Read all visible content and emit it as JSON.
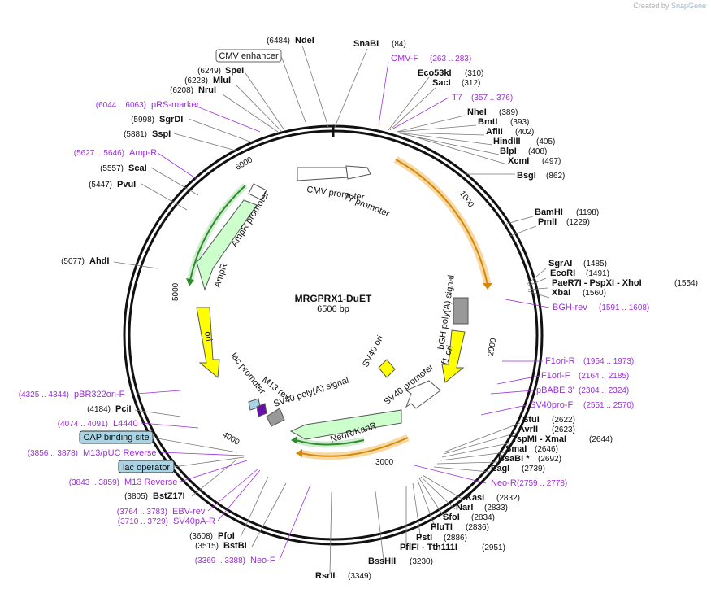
{
  "credit": {
    "prefix": "Created by",
    "brand": "SnapGene"
  },
  "plasmid": {
    "name": "MRGPRX1-DuET",
    "size": "6506 bp"
  },
  "enzymes_right": [
    {
      "name": "SnaBI",
      "pos": "(84)"
    },
    {
      "name": "Eco53kI",
      "pos": "(310)"
    },
    {
      "name": "SacI",
      "pos": "(312)"
    },
    {
      "name": "NheI",
      "pos": "(389)"
    },
    {
      "name": "BmtI",
      "pos": "(393)"
    },
    {
      "name": "AflII",
      "pos": "(402)"
    },
    {
      "name": "HindIII",
      "pos": "(405)"
    },
    {
      "name": "BlpI",
      "pos": "(408)"
    },
    {
      "name": "XcmI",
      "pos": "(497)"
    },
    {
      "name": "BsgI",
      "pos": "(862)"
    },
    {
      "name": "BamHI",
      "pos": "(1198)"
    },
    {
      "name": "PmlI",
      "pos": "(1229)"
    },
    {
      "name": "SgrAI",
      "pos": "(1485)"
    },
    {
      "name": "EcoRI",
      "pos": "(1491)"
    },
    {
      "name": "PaeR7I - PspXI - XhoI",
      "pos": "(1554)"
    },
    {
      "name": "XbaI",
      "pos": "(1560)"
    },
    {
      "name": "StuI",
      "pos": "(2622)"
    },
    {
      "name": "AvrII",
      "pos": "(2623)"
    },
    {
      "name": "TspMI - XmaI",
      "pos": "(2644)"
    },
    {
      "name": "SmaI",
      "pos": "(2646)"
    },
    {
      "name": "BsaBI *",
      "pos": "(2692)"
    },
    {
      "name": "EagI",
      "pos": "(2739)"
    },
    {
      "name": "KasI",
      "pos": "(2832)"
    },
    {
      "name": "NarI",
      "pos": "(2833)"
    },
    {
      "name": "SfoI",
      "pos": "(2834)"
    },
    {
      "name": "PluTI",
      "pos": "(2836)"
    },
    {
      "name": "PstI",
      "pos": "(2886)"
    },
    {
      "name": "PflFI - Tth111I",
      "pos": "(2951)"
    },
    {
      "name": "BssHII",
      "pos": "(3230)"
    },
    {
      "name": "RsrII",
      "pos": "(3349)"
    }
  ],
  "enzymes_left": [
    {
      "name": "NdeI",
      "pos": "(6484)"
    },
    {
      "name": "SpeI",
      "pos": "(6249)"
    },
    {
      "name": "MluI",
      "pos": "(6228)"
    },
    {
      "name": "NruI",
      "pos": "(6208)"
    },
    {
      "name": "SgrDI",
      "pos": "(5998)"
    },
    {
      "name": "SspI",
      "pos": "(5881)"
    },
    {
      "name": "ScaI",
      "pos": "(5557)"
    },
    {
      "name": "PvuI",
      "pos": "(5447)"
    },
    {
      "name": "AhdI",
      "pos": "(5077)"
    },
    {
      "name": "PciI",
      "pos": "(4184)"
    },
    {
      "name": "BstZ17I",
      "pos": "(3805)"
    },
    {
      "name": "PfoI",
      "pos": "(3608)"
    },
    {
      "name": "BstBI",
      "pos": "(3515)"
    }
  ],
  "primers_right": [
    {
      "name": "CMV-F",
      "range": "(263 .. 283)"
    },
    {
      "name": "T7",
      "range": "(357 .. 376)"
    },
    {
      "name": "BGH-rev",
      "range": "(1591 .. 1608)"
    },
    {
      "name": "F1ori-R",
      "range": "(1954 .. 1973)"
    },
    {
      "name": "F1ori-F",
      "range": "(2164 .. 2185)"
    },
    {
      "name": "pBABE 3'",
      "range": "(2304 .. 2324)"
    },
    {
      "name": "SV40pro-F",
      "range": "(2551 .. 2570)"
    },
    {
      "name": "Neo-R",
      "range": "(2759 .. 2778)"
    }
  ],
  "primers_left": [
    {
      "name": "pRS-marker",
      "range": "(6044 .. 6063)"
    },
    {
      "name": "Amp-R",
      "range": "(5627 .. 5646)"
    },
    {
      "name": "pBR322ori-F",
      "range": "(4325 .. 4344)"
    },
    {
      "name": "L4440",
      "range": "(4074 .. 4091)"
    },
    {
      "name": "M13/pUC Reverse",
      "range": "(3856 .. 3878)"
    },
    {
      "name": "M13 Reverse",
      "range": "(3843 .. 3859)"
    },
    {
      "name": "EBV-rev",
      "range": "(3764 .. 3783)"
    },
    {
      "name": "SV40pA-R",
      "range": "(3710 .. 3729)"
    },
    {
      "name": "Neo-F",
      "range": "(3369 .. 3388)"
    }
  ],
  "boxed_features": {
    "cmv_enhancer": "CMV enhancer",
    "cap_binding": "CAP binding site",
    "lac_operator": "lac operator"
  },
  "map_features": {
    "cmv_promoter": "CMV promoter",
    "t7_promoter": "T7 promoter",
    "ampr_promoter": "AmpR promoter",
    "ampr": "AmpR",
    "ori": "ori",
    "lac_promoter": "lac promoter",
    "m13_rev": "M13 rev",
    "sv40_polya": "SV40 poly(A) signal",
    "neor": "NeoR/KanR",
    "sv40_promoter": "SV40 promoter",
    "sv40_ori": "SV40 ori",
    "f1_ori": "f1 ori",
    "bgh_polya": "bGH poly(A) signal"
  },
  "ticks": [
    "1000",
    "2000",
    "3000",
    "4000",
    "5000",
    "6000"
  ],
  "colors": {
    "primer": "#9b30d9",
    "orange_feature": "#f0a020",
    "green_feature": "#2e8b2e",
    "yellow_feature": "#ffff00",
    "box_blue": "#a8d4e6"
  }
}
